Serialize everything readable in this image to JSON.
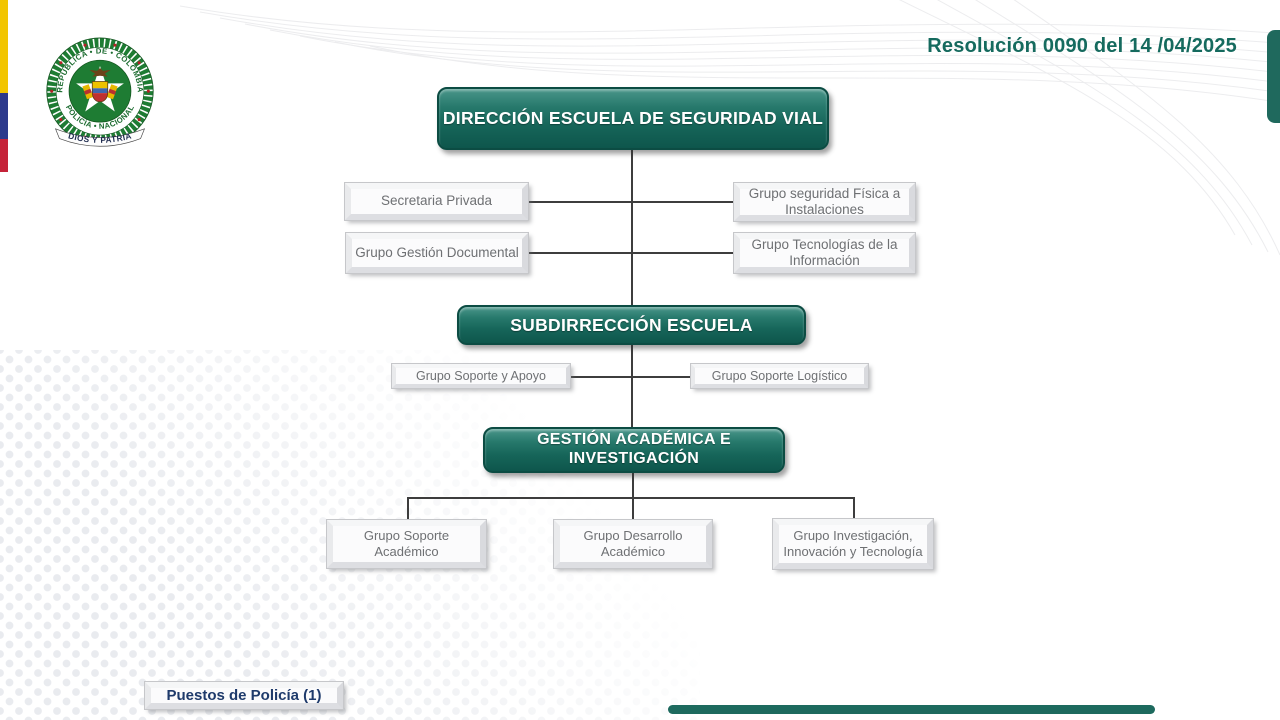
{
  "header": {
    "resolution": "Resolución 0090 del 14 /04/2025"
  },
  "logo": {
    "top_arc": "REPÚBLICA • DE • COLOMBIA",
    "bottom_arc": "POLICÍA • NACIONAL",
    "banner": "DIOS Y PATRIA"
  },
  "org": {
    "direccion": "DIRECCIÓN ESCUELA DE SEGURIDAD VIAL",
    "staff_left": [
      {
        "label": "Secretaria Privada"
      },
      {
        "label": "Grupo Gestión Documental"
      }
    ],
    "staff_right": [
      {
        "label": "Grupo seguridad Física a Instalaciones"
      },
      {
        "label": "Grupo Tecnologías de la Información"
      }
    ],
    "subdireccion": "SUBDIRRECCIÓN ESCUELA",
    "support": [
      {
        "label": "Grupo Soporte y Apoyo"
      },
      {
        "label": "Grupo Soporte Logístico"
      }
    ],
    "gestion": "GESTIÓN ACADÉMICA E INVESTIGACIÓN",
    "academic": [
      {
        "label": "Grupo Soporte Académico"
      },
      {
        "label": "Grupo Desarrollo Académico"
      },
      {
        "label": "Grupo Investigación, Innovación y Tecnología"
      }
    ]
  },
  "footer": {
    "puestos": "Puestos de Policía (1)"
  },
  "colors": {
    "teal_box": "#1c6e61",
    "teal_dark": "#0e564c",
    "accent_bar": "#1d6a5e",
    "accent_text": "#156a5e",
    "connector": "#3d3d3d",
    "flag_yellow": "#f2c500",
    "flag_blue": "#2d3a8c",
    "flag_red": "#c52339",
    "gray_box_text": "#6e7073",
    "puestos_text": "#1e3a6b"
  }
}
